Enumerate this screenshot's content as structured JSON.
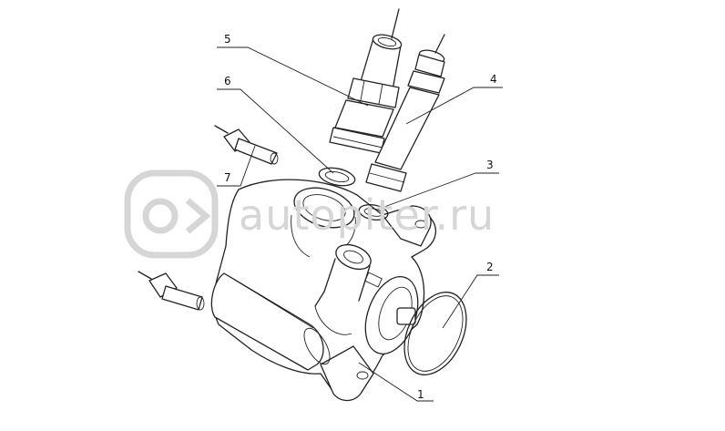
{
  "callouts": [
    {
      "id": "1",
      "label": "1"
    },
    {
      "id": "2",
      "label": "2"
    },
    {
      "id": "3",
      "label": "3"
    },
    {
      "id": "4",
      "label": "4"
    },
    {
      "id": "5",
      "label": "5"
    },
    {
      "id": "6",
      "label": "6"
    },
    {
      "id": "7",
      "label": "7"
    }
  ],
  "watermark": {
    "text": "autopiter.ru"
  }
}
